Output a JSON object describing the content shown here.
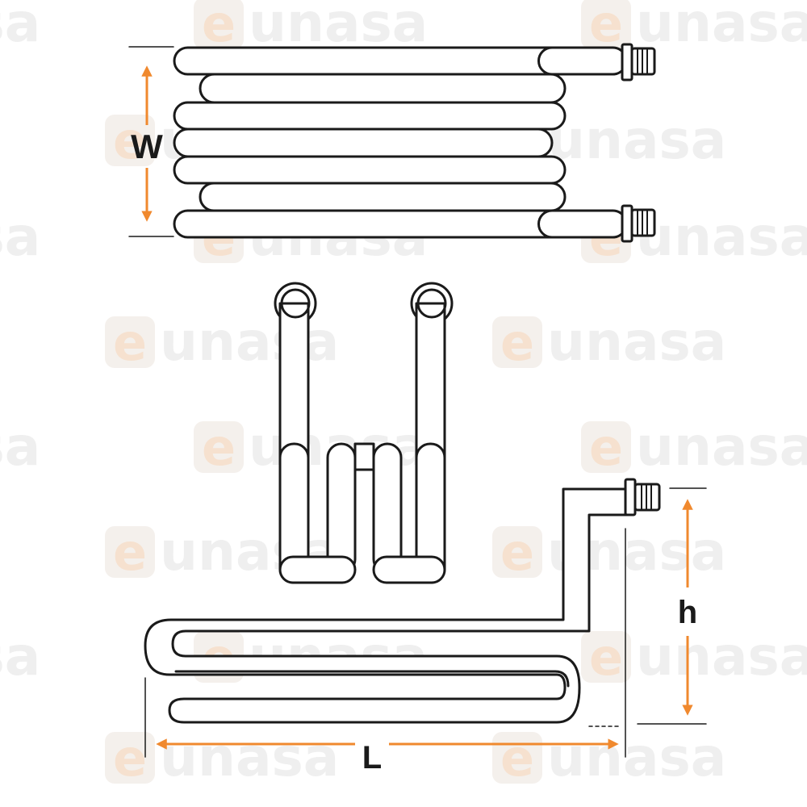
{
  "watermark": {
    "e_letter": "e",
    "rest": "unasa",
    "e_badge_color": "#f4f0ec",
    "e_color": "#f6e1cf",
    "text_color": "#efefef"
  },
  "dimensions": {
    "width_label": "W",
    "height_label": "h",
    "length_label": "L",
    "arrow_color": "#f0892e"
  },
  "line_color": "#1a1a1a",
  "fill_color": "#ffffff"
}
